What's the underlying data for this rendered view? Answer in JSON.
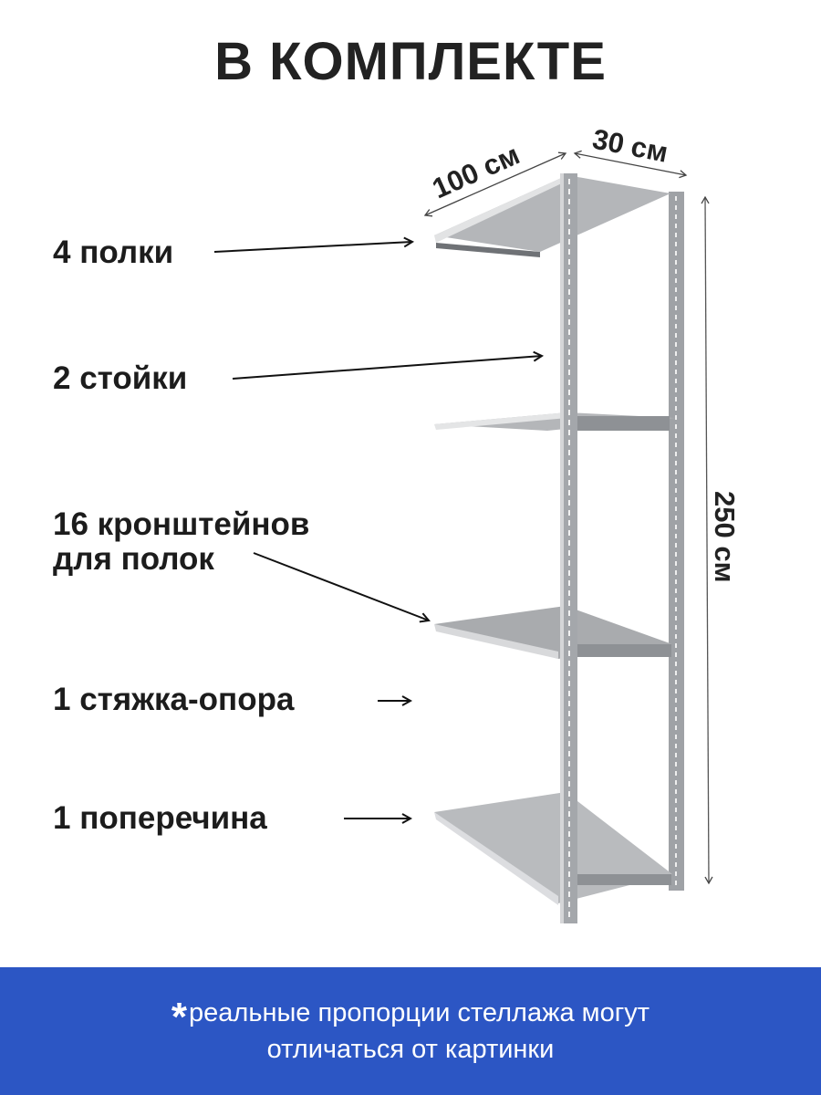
{
  "title": "В КОМПЛЕКТЕ",
  "dimensions": {
    "width": "100 см",
    "depth": "30 см",
    "height": "250 см"
  },
  "items": [
    {
      "label": "4 полки"
    },
    {
      "label": "2 стойки"
    },
    {
      "label_line1": "16 кронштейнов",
      "label_line2": "для полок"
    },
    {
      "label": "1 стяжка-опора"
    },
    {
      "label": "1 поперечина"
    }
  ],
  "footer": {
    "asterisk": "*",
    "line1": "реальные пропорции стеллажа могут",
    "line2": "отличаться от картинки"
  },
  "colors": {
    "band": "#2c56c4",
    "text": "#1e1e1e",
    "metal": "#a9abae"
  }
}
